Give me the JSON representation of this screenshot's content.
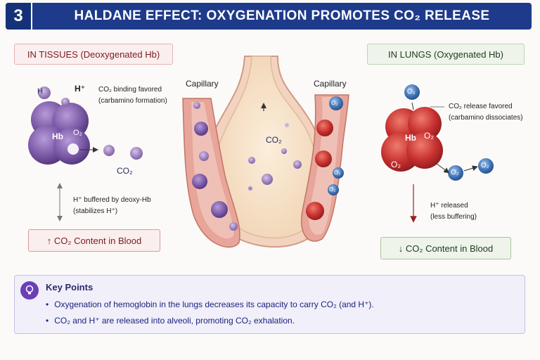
{
  "header": {
    "number": "3",
    "title": "HALDANE EFFECT: OXYGENATION PROMOTES CO₂ RELEASE"
  },
  "tissues": {
    "heading": "IN TISSUES (Deoxygenated Hb)",
    "h_label_1": "H",
    "h_label_2": "H⁺",
    "binding_line1": "CO₂ binding favored",
    "binding_line2": "(carbamino formation)",
    "hb": "Hb",
    "o2_small": "O₂",
    "co2": "CO₂",
    "buffer_line1": "H⁺ buffered by deoxy-Hb",
    "buffer_line2": "(stabilizes H⁺)",
    "content_box": "↑ CO₂ Content in Blood"
  },
  "center": {
    "capillary_left": "Capillary",
    "capillary_right": "Capillary",
    "co2": "CO₂",
    "o2_1": "O₂",
    "o2_2": "O₂",
    "o2_3": "O₂"
  },
  "lungs": {
    "heading": "IN LUNGS (Oxygenated Hb)",
    "o2_top": "O₂",
    "release_line1": "CO₂ release favored",
    "release_line2": "(carbamino dissociates)",
    "hb": "Hb",
    "o2_on_hb_1": "O₂",
    "o2_on_hb_2": "O₂",
    "o2_free_1": "O₂",
    "o2_free_2": "O₂",
    "h_released_line1": "H⁺ released",
    "h_released_line2": "(less buffering)",
    "content_box": "↓ CO₂ Content in Blood"
  },
  "key_points": {
    "title": "Key Points",
    "items": [
      "Oxygenation of hemoglobin in the lungs decreases its capacity to carry CO₂ (and H⁺).",
      "CO₂ and H⁺ are released into alveoli, promoting CO₂ exhalation."
    ]
  },
  "colors": {
    "header_blue": "#1e3a8a",
    "deoxy_purple": "#7b5aa6",
    "oxy_red": "#c62f2f",
    "o2_blue": "#3f74b5",
    "keypoints_bg": "#f1effa"
  }
}
